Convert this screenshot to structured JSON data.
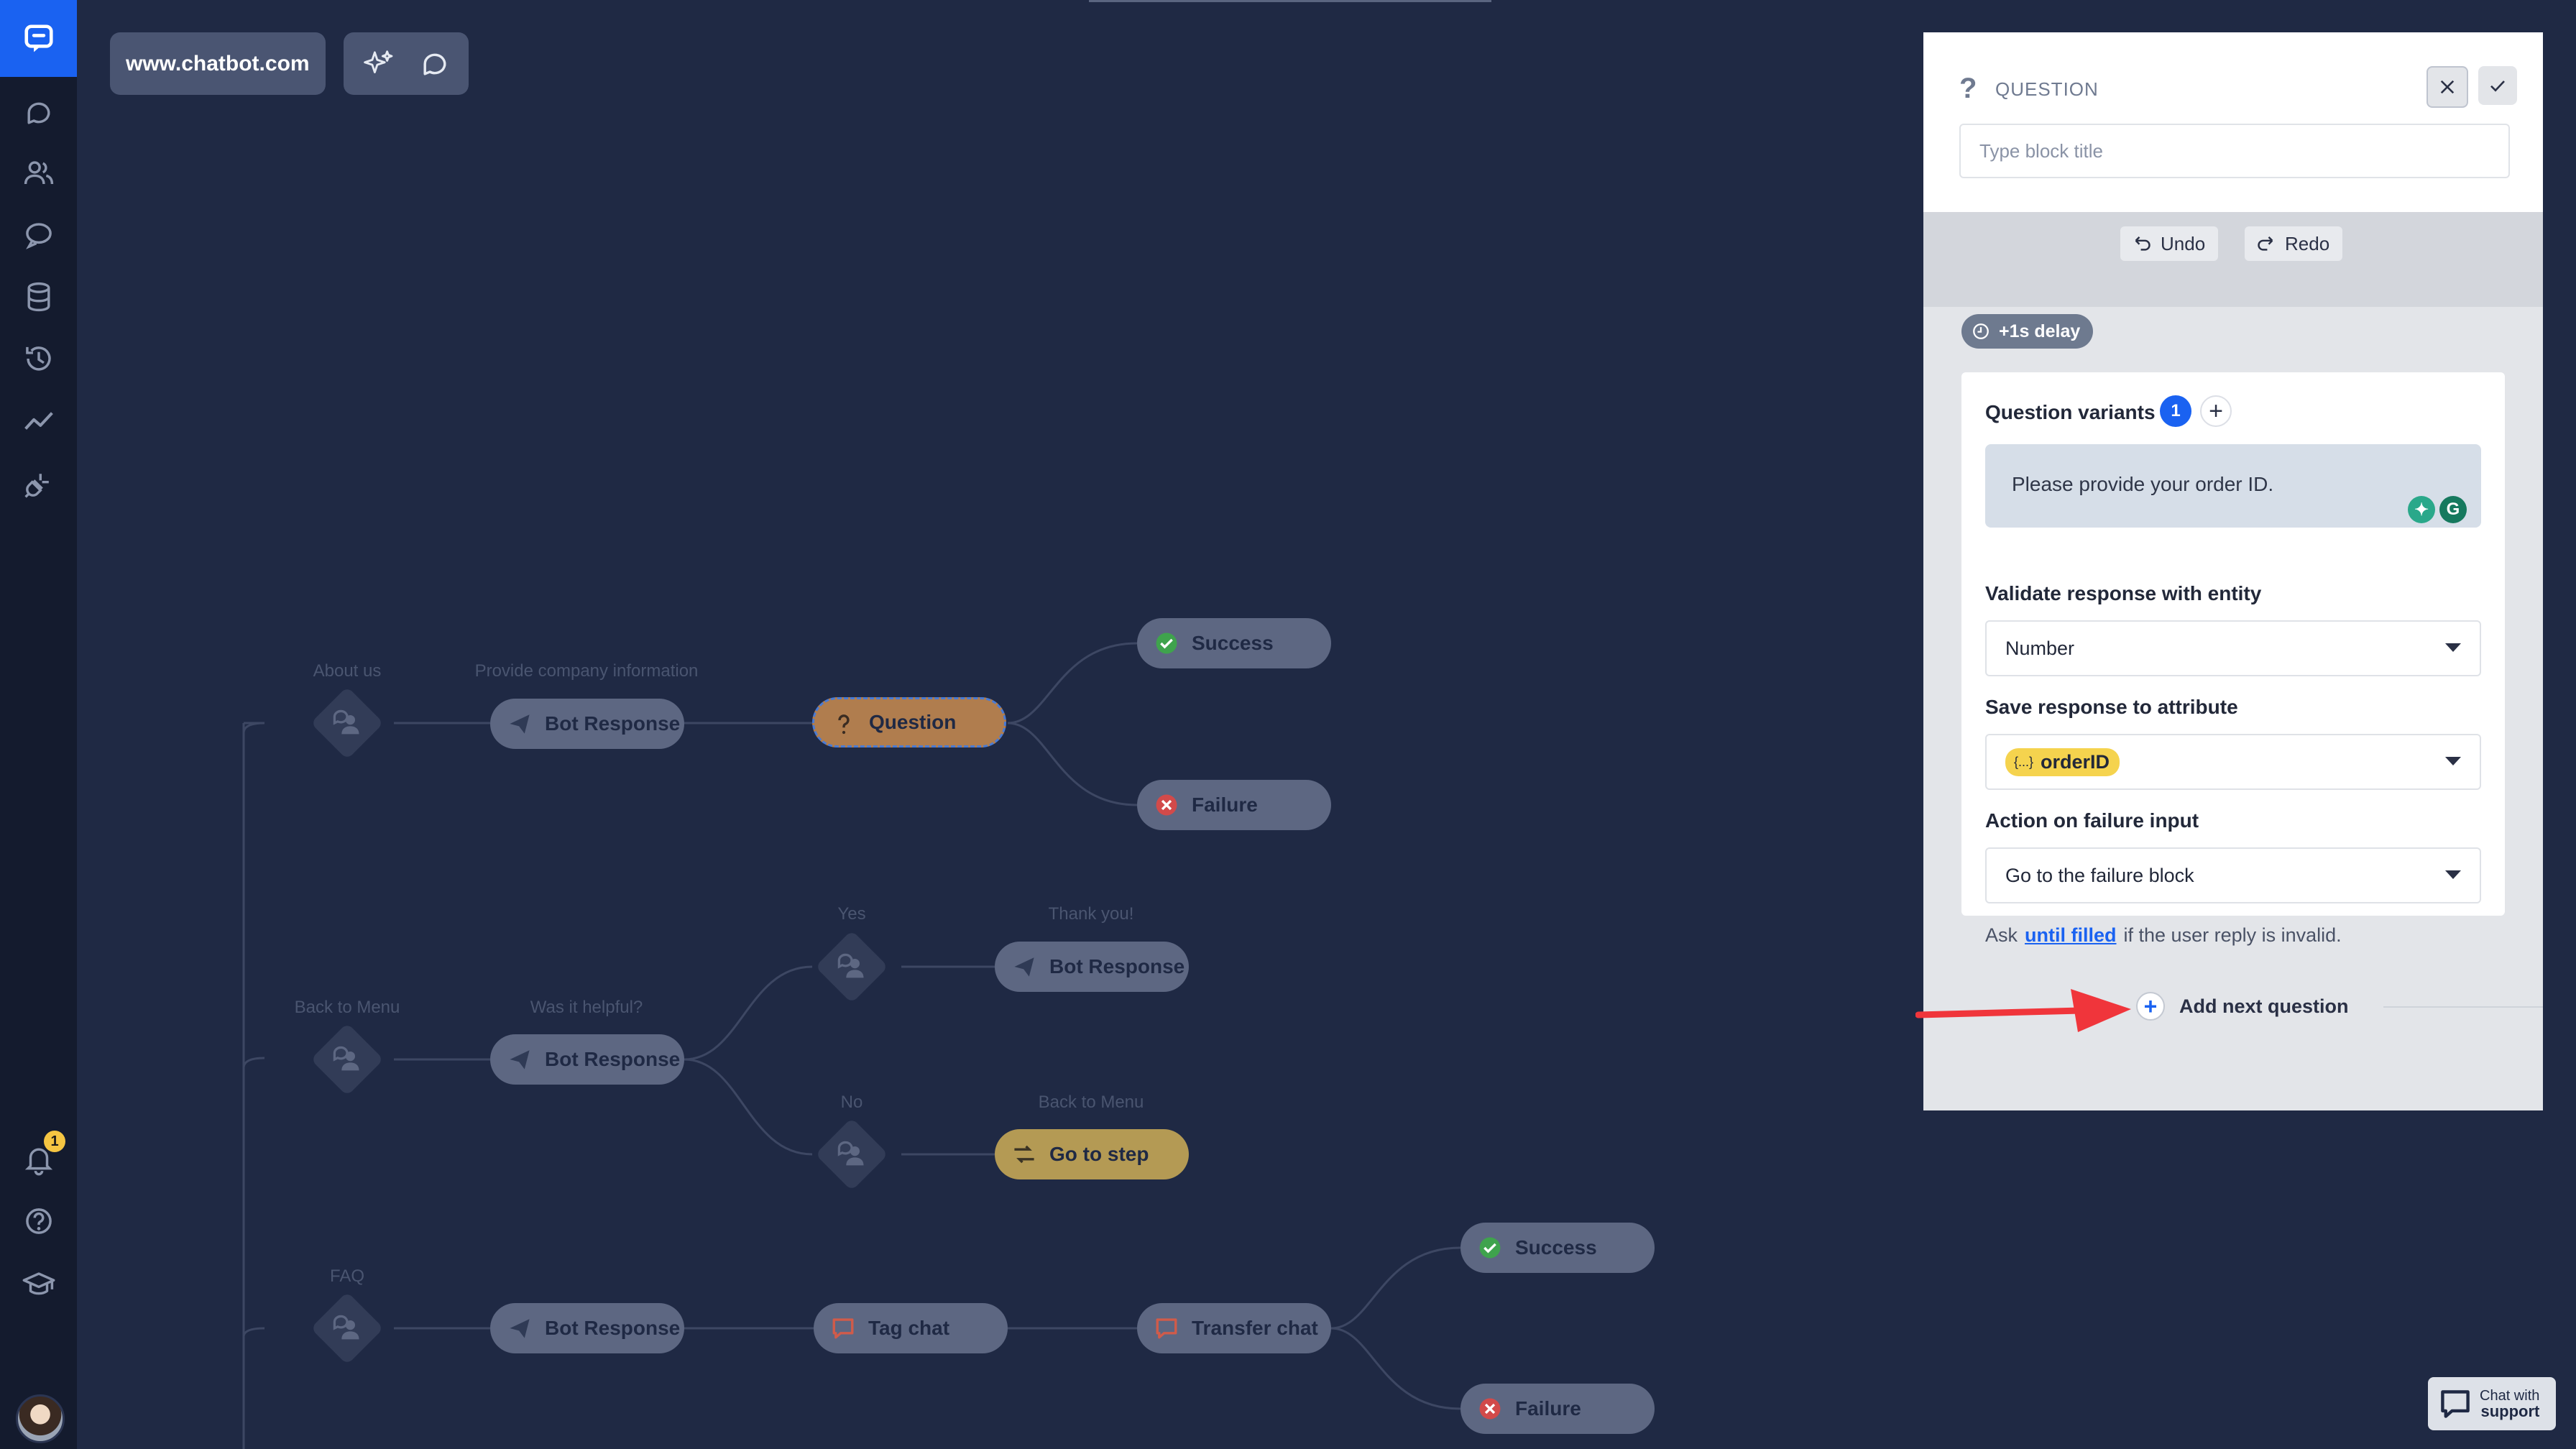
{
  "app": {
    "domain_label": "www.chatbot.com",
    "notification_count": "1"
  },
  "sidebar": {
    "items": [
      {
        "name": "chat-bubble-icon"
      },
      {
        "name": "people-icon"
      },
      {
        "name": "conversations-icon"
      },
      {
        "name": "database-icon"
      },
      {
        "name": "history-icon"
      },
      {
        "name": "analytics-icon"
      },
      {
        "name": "integrations-icon"
      }
    ],
    "bottom": [
      {
        "name": "bell-icon"
      },
      {
        "name": "help-icon"
      },
      {
        "name": "academy-icon"
      }
    ]
  },
  "canvas": {
    "labels": {
      "about_us": "About us",
      "provide_company_information": "Provide company information",
      "back_to_menu_1": "Back to Menu",
      "was_it_helpful": "Was it helpful?",
      "yes": "Yes",
      "thank_you": "Thank you!",
      "no": "No",
      "back_to_menu_2": "Back to Menu",
      "faq": "FAQ"
    },
    "nodes": {
      "bot_response_1": "Bot Response",
      "question": "Question",
      "success_1": "Success",
      "failure_1": "Failure",
      "bot_response_2": "Bot Response",
      "bot_response_yes": "Bot Response",
      "go_to_step": "Go to step",
      "bot_response_3": "Bot Response",
      "tag_chat": "Tag chat",
      "transfer_chat": "Transfer chat",
      "success_2": "Success",
      "failure_2": "Failure"
    }
  },
  "panel": {
    "title": "QUESTION",
    "title_placeholder": "Type block title",
    "undo_label": "Undo",
    "redo_label": "Redo",
    "delay_label": "+1s delay",
    "question_variants_label": "Question variants",
    "variant_count": "1",
    "variant_text": "Please provide your order ID.",
    "validate_label": "Validate response with entity",
    "validate_value": "Number",
    "save_label": "Save response to attribute",
    "save_value": "orderID",
    "save_value_prefix": "{...}",
    "failure_label": "Action on failure input",
    "failure_value": "Go to the failure block",
    "ask_prefix": "Ask",
    "ask_link": "until filled",
    "ask_suffix": "if the user reply is invalid.",
    "add_next_question": "Add next question"
  },
  "support": {
    "line1": "Chat with",
    "line2": "support"
  },
  "colors": {
    "canvas_bg": "#1f2944",
    "accent_blue": "#1a62f1",
    "question_node": "#b07d4e",
    "goto_node": "#b49a54",
    "success_icon": "#3fa34d",
    "failure_icon": "#d24a4a",
    "attribute_badge": "#f5d34e",
    "arrow": "#f0353b"
  }
}
